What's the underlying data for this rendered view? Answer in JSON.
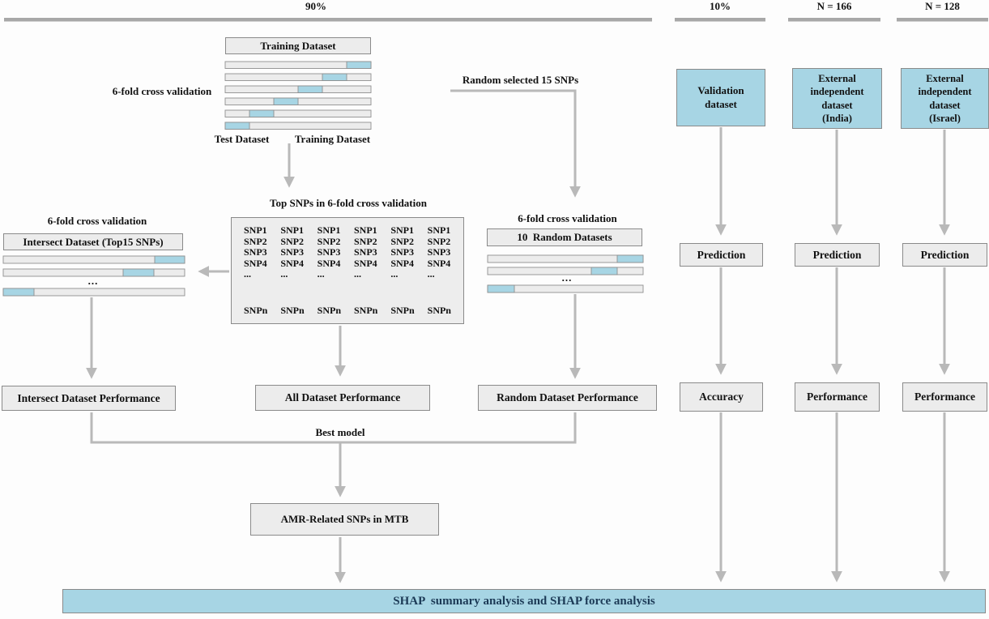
{
  "colors": {
    "accent_blue": "#a7d5e4",
    "box_fill": "#ececec",
    "line_gray": "#b9b9b9",
    "ruler_gray": "#a8a8a8",
    "shap_text": "#1c3a56"
  },
  "rulers": {
    "train_split": "90%",
    "validation_split": "10%",
    "india_n": "N = 166",
    "israel_n": "N = 128"
  },
  "cross_validation": {
    "cv_label": "6-fold cross validation",
    "training_box": "Training Dataset",
    "test_dataset_label": "Test Dataset",
    "training_dataset_label": "Training Dataset"
  },
  "random_selection_label": "Random selected 15 SNPs",
  "top_snps": {
    "title": "Top SNPs in 6-fold cross validation",
    "rows": [
      "SNP1",
      "SNP2",
      "SNP3",
      "SNP4",
      "...",
      "SNPn"
    ]
  },
  "intersect": {
    "cv_label": "6-fold cross validation",
    "dataset_box": "Intersect Dataset (Top15 SNPs)",
    "dots": "...",
    "performance_box": "Intersect Dataset Performance"
  },
  "random_datasets": {
    "cv_label": "6-fold cross validation",
    "dataset_box": "10  Random Datasets",
    "dots": "...",
    "performance_box": "Random Dataset Performance"
  },
  "all_dataset_performance_box": "All Dataset Performance",
  "best_model_label": "Best model",
  "amr_box": "AMR-Related SNPs in MTB",
  "shap_bar": "SHAP  summary analysis and SHAP force analysis",
  "columns": {
    "validation": {
      "dataset": "Validation\ndataset",
      "prediction": "Prediction",
      "result": "Accuracy"
    },
    "india": {
      "dataset": "External\nindependent\ndataset\n(India)",
      "prediction": "Prediction",
      "result": "Performance"
    },
    "israel": {
      "dataset": "External\nindependent\ndataset\n(Israel)",
      "prediction": "Prediction",
      "result": "Performance"
    }
  }
}
